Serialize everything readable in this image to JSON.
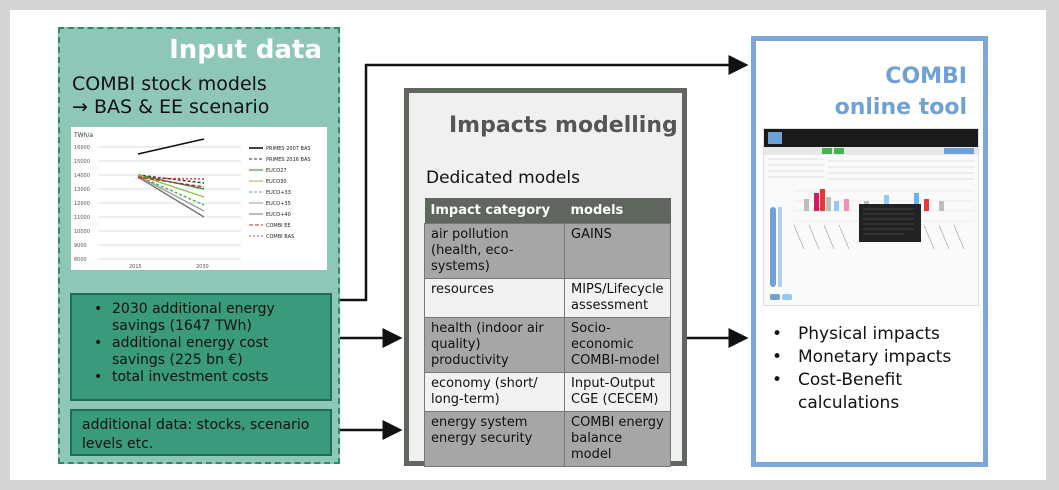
{
  "input_panel": {
    "title": "Input data",
    "subtitle_line1": "COMBI stock models",
    "subtitle_line2": "→ BAS & EE scenario",
    "chart": {
      "y_unit": "TWh/a",
      "y_ticks": [
        "16000",
        "15000",
        "14000",
        "13000",
        "12000",
        "11000",
        "10000",
        "9000",
        "8000"
      ],
      "x_ticks": [
        "2015",
        "2030"
      ],
      "legend": [
        "PRIMES 2007 BAS",
        "PRIMES 2016 BAS",
        "EUCO27",
        "EUCO30",
        "EUCO+33",
        "EUCO+35",
        "EUCO+40",
        "COMBI EE",
        "COMBI BAS"
      ]
    },
    "savings_items": [
      "2030 additional energy savings (1647 TWh)",
      "additional energy cost savings (225 bn €)",
      "total investment costs"
    ],
    "additional_text": "additional data: stocks, scenario levels etc."
  },
  "impacts_panel": {
    "title": "Impacts modelling",
    "subtitle": "Dedicated models",
    "table_headers": [
      "Impact category",
      "models"
    ],
    "rows": [
      {
        "category": "air pollution (health, eco-systems)",
        "model": "GAINS"
      },
      {
        "category": "resources",
        "model": "MIPS/Lifecycle assessment"
      },
      {
        "category": "health (indoor air quality) productivity",
        "model": "Socio-economic COMBI-model"
      },
      {
        "category": "economy (short/ long-term)",
        "model": "Input-Output CGE (CECEM)"
      },
      {
        "category": "energy system energy security",
        "model": "COMBI energy balance model"
      }
    ]
  },
  "tool_panel": {
    "title_line1": "COMBI",
    "title_line2": "online tool",
    "items": [
      "Physical impacts",
      "Monetary impacts",
      "Cost-Benefit calculations"
    ]
  },
  "colors": {
    "input_bg": "#8ec7b7",
    "input_border": "#2f8a6c",
    "green_box": "#3a9a7c",
    "impacts_border": "#5e665e",
    "tool_border": "#7ea7d8",
    "tool_title": "#6fa1d7"
  }
}
